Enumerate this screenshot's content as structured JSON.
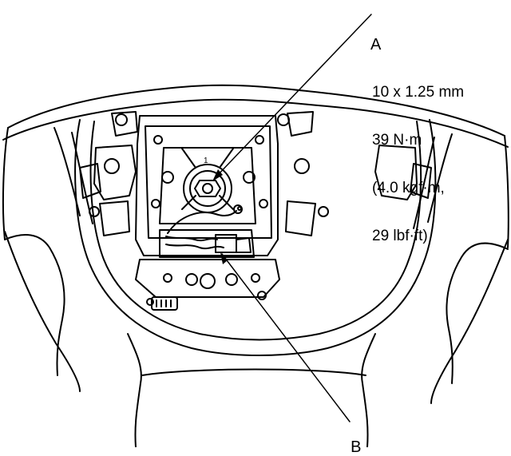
{
  "callouts": {
    "a": {
      "letter": "A",
      "lines": [
        "10 x 1.25 mm",
        "39 N·m",
        "(4.0 kgf·m,",
        "29 lbf·ft)"
      ]
    },
    "b": {
      "letter": "B"
    }
  },
  "marks": {
    "hub_mark": "1"
  }
}
